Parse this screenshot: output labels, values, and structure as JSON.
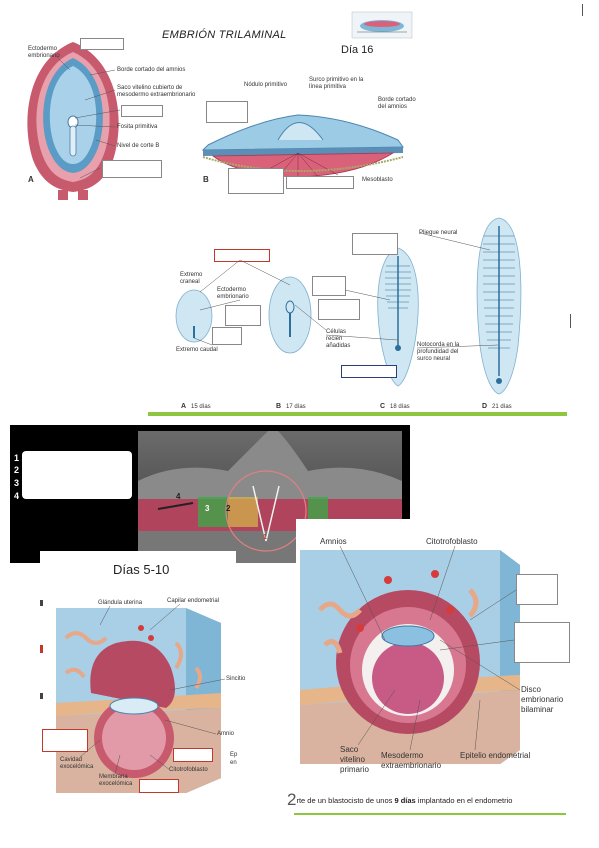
{
  "title": "EMBRIÓN TRILAMINAL",
  "dia16": "Día 16",
  "panelA": {
    "letter": "A",
    "labels": [
      "Ectodermo embrionario",
      "Borde cortado del amnios",
      "Saco vitelino cubierto de mesodermo extraembrionario",
      "Fosita primitiva",
      "Nivel de corte B"
    ]
  },
  "panelB": {
    "letter": "B",
    "labels": [
      "Nódulo primitivo",
      "Surco primitivo en la línea primitiva",
      "Borde cortado del amnios",
      "Mesoblasto"
    ]
  },
  "stages": {
    "labels": [
      "Extremo craneal",
      "Ectodermo embrionario",
      "Extremo caudal",
      "Células recién añadidas",
      "Pliegue neural",
      "Notocorda en la profundidad del surco neural"
    ],
    "captions": [
      {
        "letter": "A",
        "text": "15 días"
      },
      {
        "letter": "B",
        "text": "17 días"
      },
      {
        "letter": "C",
        "text": "18 días"
      },
      {
        "letter": "D",
        "text": "21 días"
      }
    ]
  },
  "micrograph": {
    "numbers": [
      "1",
      "2",
      "3",
      "4"
    ],
    "overlay_numbers": [
      "4",
      "3",
      "2",
      "1"
    ]
  },
  "dias510": {
    "title": "Días 5-10",
    "labels": [
      "Glándula uterina",
      "Capilar endometrial",
      "Sincitio",
      "Amnio",
      "Ep",
      "en",
      "Cavidad exocelómica",
      "Membrana exocelómica",
      "Citotrofoblasto"
    ]
  },
  "blastocyst": {
    "labels": [
      "Amnios",
      "Citotrofoblasto",
      "Disco embrionario bilaminar",
      "Saco vitelino primario",
      "Mesodermo extraembrionario",
      "Epitelio endometrial"
    ],
    "caption_num": "2",
    "caption_pre": "rte de un blastocisto de unos ",
    "caption_bold": "9 días",
    "caption_post": " implantado en el endometrio"
  },
  "colors": {
    "green_rule": "#8dc63f",
    "red_box": "#c0392b",
    "pink": "#d9627a",
    "blue": "#a9cfe6"
  }
}
